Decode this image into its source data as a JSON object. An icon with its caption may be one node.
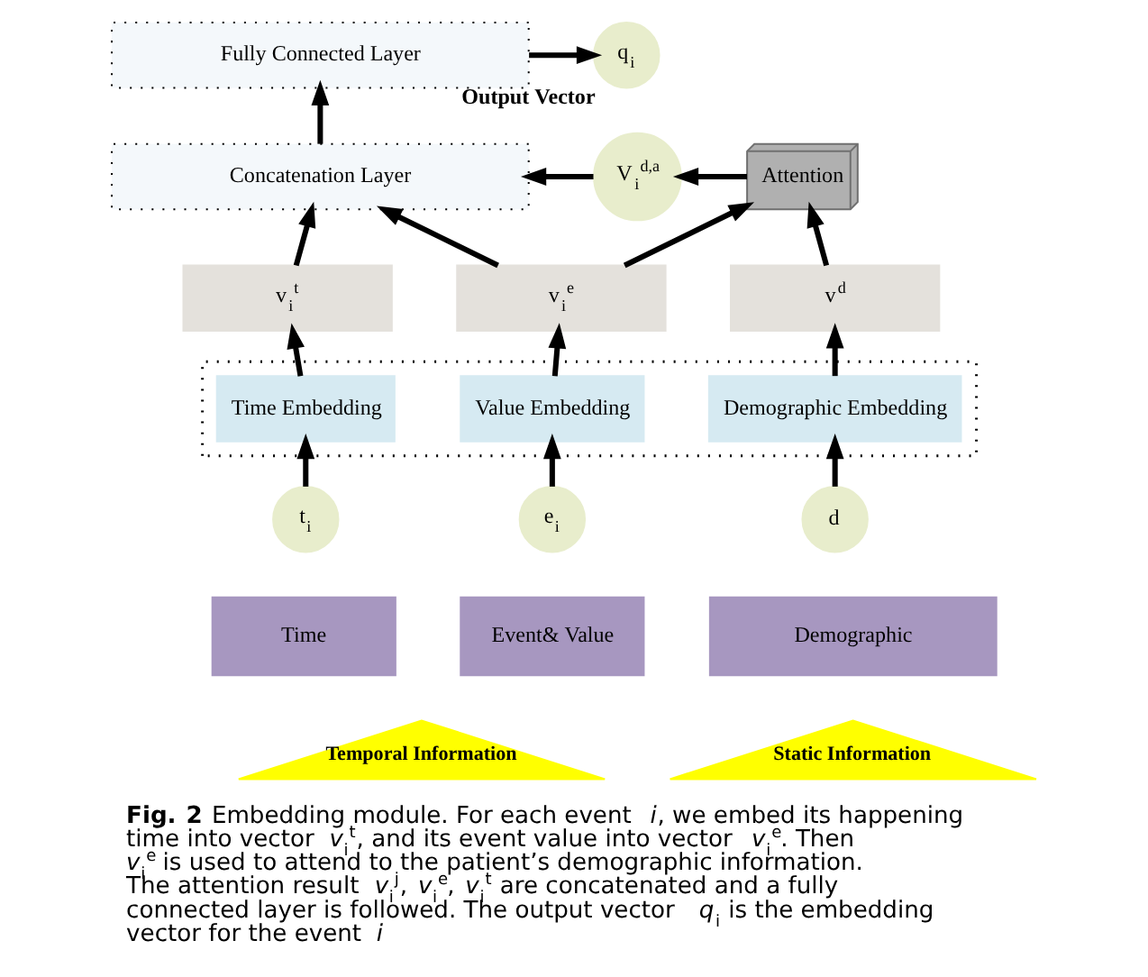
{
  "diagram": {
    "caption": "**Fig. 2** Embedding module. For each event *i*, we embed its happening time into vector *v*$_{i}$$^{t}$, and its event value into vector *v*$_{i}$$^{e}$. Then *v*$_{i}$$^{e}$ is used to attend to the patient’s demographic information. The attention result *v*$_{i}$$^{j}$, *v*$_{i}$$^{e}$, *v*$_{i}$$^{t}$ are concatenated and a fully connected layer is followed. The output vector *q*$_{i}$ is the embedding vector for the event *i*",
    "nodes": [
      {
        "text": [
          "Fully Connected Layer"
        ]
      },
      {
        "text": [
          "q$_{i}$"
        ],
        "beside": [
          "Output Vector"
        ]
      },
      {
        "text": [
          "Concatenation Layer"
        ]
      },
      {
        "text": [
          "V$_{i}$$^{d,a}$"
        ]
      },
      {
        "text": [
          "Attention"
        ]
      },
      {
        "text": [
          "v$_{i}$$^{t}$"
        ]
      },
      {
        "text": [
          "v$_{i}$$^{e}$"
        ]
      },
      {
        "text": [
          "v$^{d}$"
        ]
      },
      {
        "text": [],
        "shape": "box"
      },
      {
        "text": [
          "Time Embedding"
        ],
        "in": 8
      },
      {
        "text": [
          "Value Embedding"
        ],
        "in": 8
      },
      {
        "text": [
          "Demographic Embedding"
        ],
        "in": 8
      },
      {
        "text": [
          "t$_{i}$"
        ]
      },
      {
        "text": [
          "e$_{i}$"
        ]
      },
      {
        "text": [
          "d"
        ]
      },
      {
        "text": [
          "Time"
        ]
      },
      {
        "text": [
          "Event& Value"
        ]
      },
      {
        "text": [
          "Demographic"
        ]
      },
      {
        "text": [
          "Temporal Information"
        ]
      },
      {
        "text": [
          "Static Information"
        ]
      }
    ],
    "edges": [
      {
        "from": 0,
        "to": 1,
        "arrow": "to"
      },
      {
        "from": 2,
        "to": 0,
        "arrow": "to"
      },
      {
        "from": 3,
        "to": 2,
        "arrow": "to"
      },
      {
        "from": 4,
        "to": 3,
        "arrow": "to"
      },
      {
        "from": 5,
        "to": 2,
        "arrow": "to"
      },
      {
        "from": 6,
        "to": 2,
        "arrow": "to"
      },
      {
        "from": 6,
        "to": 4,
        "arrow": "to"
      },
      {
        "from": 7,
        "to": 4,
        "arrow": "to"
      },
      {
        "from": 9,
        "to": 5,
        "arrow": "to"
      },
      {
        "from": 10,
        "to": 6,
        "arrow": "to"
      },
      {
        "from": 11,
        "to": 7,
        "arrow": "to"
      },
      {
        "from": 12,
        "to": 9,
        "arrow": "to"
      },
      {
        "from": 13,
        "to": 10,
        "arrow": "to"
      },
      {
        "from": 14,
        "to": 11,
        "arrow": "to"
      }
    ]
  }
}
